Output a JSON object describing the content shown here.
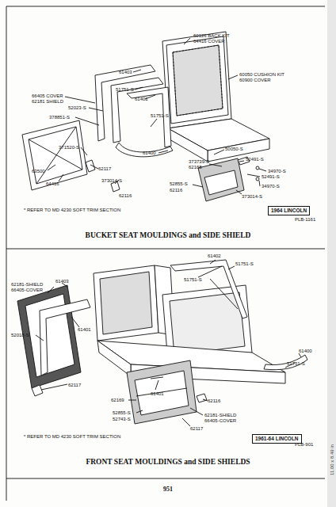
{
  "diagram": {
    "nodes": [
      {
        "text": [
          "1964 LINCOLN"
        ]
      },
      {
        "text": [
          "1961-64 LINCOLN"
        ]
      }
    ],
    "labels": [
      "60126 BACK KIT",
      "64416 COVER",
      "61403",
      "51751-S",
      "61401",
      "60050 CUSHION KIT",
      "60900 COVER",
      "66405 COVER",
      "62181 SHIELD",
      "52023-S",
      "378851-S",
      "51751-S",
      "61400",
      "50050-S",
      "52491-S",
      "34970-S",
      "52491-S",
      "34970-S",
      "373739-S",
      "62168",
      "371520-S",
      "63500",
      "64416",
      "62117",
      "373014-S",
      "62116",
      "52855-S",
      "62116",
      "373014-S",
      "* REFER TO MD 4230 SOFT TRIM SECTION",
      "PLB-1161",
      "BUCKET SEAT MOULDINGS and SIDE SHIELD",
      "61402",
      "51751-S",
      "51751-S",
      "62181-SHIELD",
      "66405-COVER",
      "61403",
      "61401",
      "52018-S",
      "62117",
      "61401",
      "62169",
      "52855-S",
      "52743-S",
      "62116",
      "62181-SHIELD",
      "66405-COVER",
      "62117",
      "61400",
      "51751-S",
      "* REFER TO MD 4230 SOFT TRIM SECTION",
      "PLB-901",
      "FRONT SEAT MOULDINGS and SIDE SHIELDS",
      "951",
      "11.00 x 8.49 in"
    ]
  }
}
